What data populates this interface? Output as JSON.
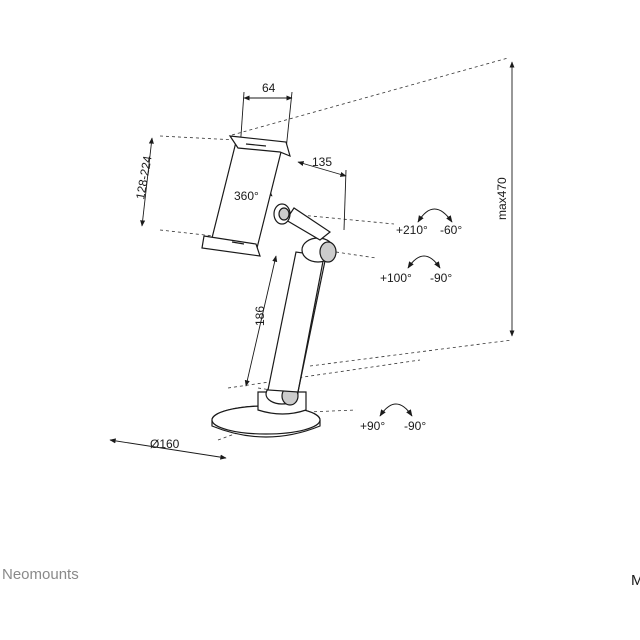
{
  "dimensions": {
    "width_top": "64",
    "height_range": "128-224",
    "rotation": "360°",
    "depth_arm": "135",
    "max_height": "max470",
    "arm_length": "186",
    "base_diameter": "Ø160"
  },
  "angles": {
    "head_pos": "+210°",
    "head_neg": "-60°",
    "joint_pos": "+100°",
    "joint_neg": "-90°",
    "base_pos": "+90°",
    "base_neg": "-90°"
  },
  "brand": "Neomounts",
  "model_fragment": "M"
}
